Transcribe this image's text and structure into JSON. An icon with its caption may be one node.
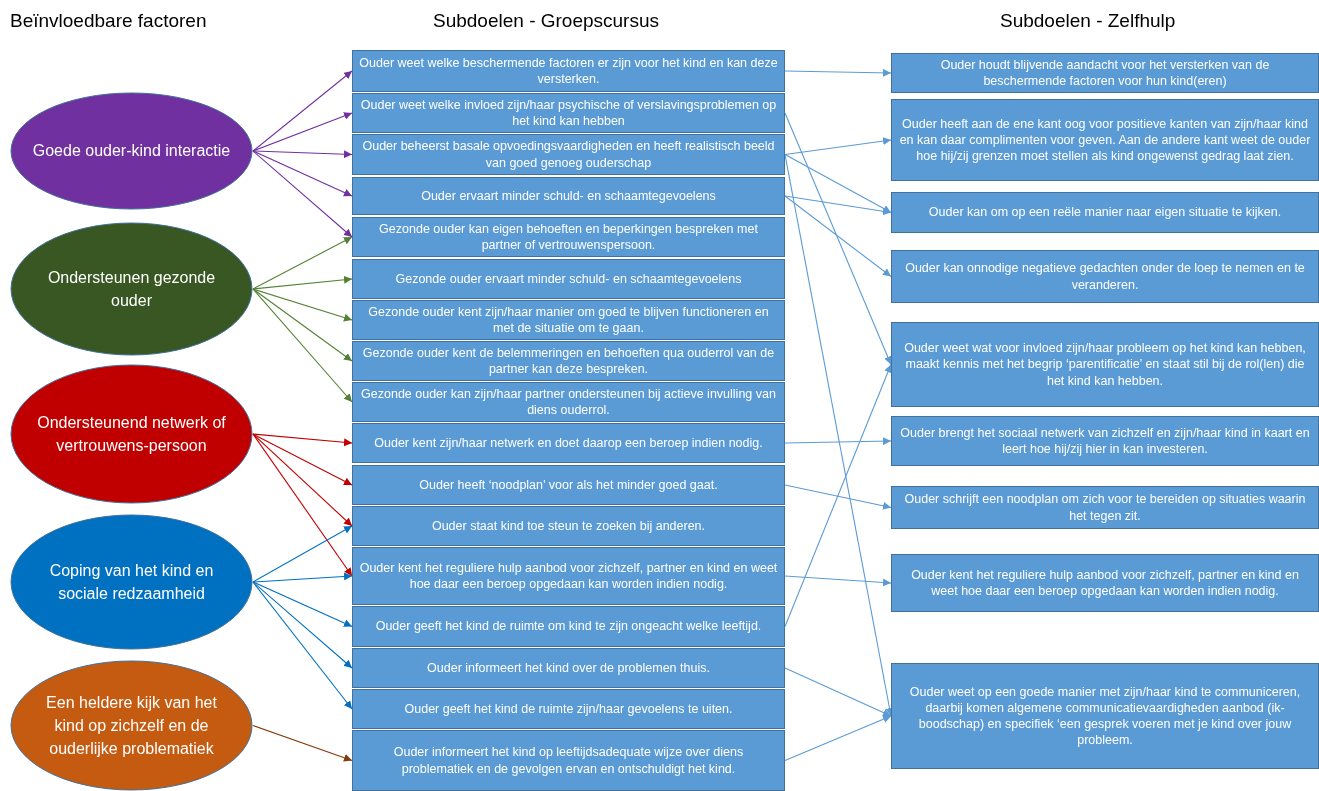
{
  "diagram": {
    "nodes": [
      {
        "text": [
          "Goede ouder-kind interactie"
        ]
      },
      {
        "text": [
          "Ondersteunen gezonde ouder"
        ]
      },
      {
        "text": [
          "Ondersteunend netwerk of vertrouwens-persoon"
        ]
      },
      {
        "text": [
          "Coping van het kind en sociale redzaamheid"
        ]
      },
      {
        "text": [
          "Een heldere kijk van het kind op zichzelf en de ouderlijke problematiek"
        ]
      },
      {
        "text": [
          "Ouder weet welke beschermende factoren er zijn voor het kind en kan deze versterken."
        ]
      },
      {
        "text": [
          "Ouder weet welke invloed zijn/haar psychische of verslavingsproblemen op het kind kan hebben"
        ]
      },
      {
        "text": [
          "Ouder beheerst basale opvoedingsvaardigheden en heeft realistisch beeld van goed genoeg ouderschap"
        ]
      },
      {
        "text": [
          "Ouder ervaart minder schuld- en schaamtegevoelens"
        ]
      },
      {
        "text": [
          "Gezonde ouder kan eigen behoeften en beperkingen bespreken met partner of vertrouwenspersoon."
        ]
      },
      {
        "text": [
          "Gezonde ouder ervaart minder schuld- en schaamtegevoelens"
        ]
      },
      {
        "text": [
          "Gezonde ouder kent zijn/haar manier om goed te blijven functioneren en met de situatie om te gaan."
        ]
      },
      {
        "text": [
          "Gezonde ouder kent de belemmeringen en behoeften qua ouderrol van de partner kan deze bespreken."
        ]
      },
      {
        "text": [
          "Gezonde ouder kan zijn/haar partner ondersteunen bij actieve invulling van diens ouderrol."
        ]
      },
      {
        "text": [
          "Ouder kent zijn/haar netwerk en doet daarop een beroep indien nodig."
        ]
      },
      {
        "text": [
          "Ouder heeft ‘noodplan’ voor als het minder goed gaat."
        ]
      },
      {
        "text": [
          "Ouder staat kind toe steun te zoeken bij anderen."
        ]
      },
      {
        "text": [
          "Ouder kent het reguliere hulp aanbod voor zichzelf, partner en kind en weet hoe daar een beroep opgedaan kan worden indien nodig."
        ]
      },
      {
        "text": [
          "Ouder geeft het kind de ruimte om kind te zijn ongeacht welke leeftijd."
        ]
      },
      {
        "text": [
          "Ouder informeert het kind over de problemen thuis."
        ]
      },
      {
        "text": [
          "Ouder geeft het kind de ruimte zijn/haar gevoelens te uiten."
        ]
      },
      {
        "text": [
          "Ouder informeert het kind op leeftijdsadequate wijze over diens problematiek en de gevolgen ervan en ontschuldigt het kind."
        ]
      },
      {
        "text": [
          "Ouder houdt blijvende aandacht voor het versterken van de beschermende factoren voor hun kind(eren)"
        ]
      },
      {
        "text": [
          "Ouder heeft aan de ene kant oog voor positieve kanten van zijn/haar kind en kan daar complimenten voor geven. Aan de andere kant weet de ouder hoe hij/zij grenzen moet stellen als kind ongewenst gedrag laat zien."
        ]
      },
      {
        "text": [
          "Ouder kan om op een reële manier naar eigen situatie te kijken."
        ]
      },
      {
        "text": [
          "Ouder kan onnodige negatieve gedachten onder de loep te nemen en te veranderen."
        ]
      },
      {
        "text": [
          "Ouder weet wat voor invloed zijn/haar probleem op het kind kan hebben, maakt kennis met het begrip ‘parentificatie’ en staat stil bij de rol(len) die het kind kan hebben."
        ]
      },
      {
        "text": [
          "Ouder brengt het sociaal netwerk van zichzelf en zijn/haar kind in kaart en leert hoe hij/zij hier in kan investeren."
        ]
      },
      {
        "text": [
          "Ouder schrijft een noodplan om zich voor te bereiden op situaties waarin het tegen zit."
        ]
      },
      {
        "text": [
          "Ouder kent het reguliere hulp aanbod voor zichzelf, partner en kind en weet hoe daar een beroep opgedaan kan worden indien nodig."
        ]
      },
      {
        "text": [
          "Ouder weet op een goede manier met zijn/haar kind te communiceren, daarbij komen algemene communicatievaardigheden aanbod (ik-boodschap) en specifiek ‘een gesprek voeren met je kind over jouw probleem."
        ]
      }
    ],
    "edges": [
      {
        "from": 0,
        "to": 5,
        "arrow": "to",
        "color": "#7030a0"
      },
      {
        "from": 0,
        "to": 6,
        "arrow": "to",
        "color": "#7030a0"
      },
      {
        "from": 0,
        "to": 7,
        "arrow": "to",
        "color": "#7030a0"
      },
      {
        "from": 0,
        "to": 8,
        "arrow": "to",
        "color": "#7030a0"
      },
      {
        "from": 0,
        "to": 9,
        "arrow": "to",
        "color": "#7030a0"
      },
      {
        "from": 1,
        "to": 9,
        "arrow": "to",
        "color": "#548235"
      },
      {
        "from": 1,
        "to": 10,
        "arrow": "to",
        "color": "#548235"
      },
      {
        "from": 1,
        "to": 11,
        "arrow": "to",
        "color": "#548235"
      },
      {
        "from": 1,
        "to": 12,
        "arrow": "to",
        "color": "#548235"
      },
      {
        "from": 1,
        "to": 13,
        "arrow": "to",
        "color": "#548235"
      },
      {
        "from": 2,
        "to": 14,
        "arrow": "to",
        "color": "#c00000"
      },
      {
        "from": 2,
        "to": 15,
        "arrow": "to",
        "color": "#c00000"
      },
      {
        "from": 2,
        "to": 16,
        "arrow": "to",
        "color": "#c00000"
      },
      {
        "from": 2,
        "to": 17,
        "arrow": "to",
        "color": "#c00000"
      },
      {
        "from": 3,
        "to": 16,
        "arrow": "to",
        "color": "#0070c0"
      },
      {
        "from": 3,
        "to": 17,
        "arrow": "to",
        "color": "#0070c0"
      },
      {
        "from": 3,
        "to": 18,
        "arrow": "to",
        "color": "#0070c0"
      },
      {
        "from": 3,
        "to": 19,
        "arrow": "to",
        "color": "#0070c0"
      },
      {
        "from": 3,
        "to": 20,
        "arrow": "to",
        "color": "#0070c0"
      },
      {
        "from": 4,
        "to": 21,
        "arrow": "to",
        "color": "#843c0c"
      },
      {
        "from": 5,
        "to": 22,
        "arrow": "to"
      },
      {
        "from": 6,
        "to": 26,
        "arrow": "to"
      },
      {
        "from": 7,
        "to": 23,
        "arrow": "to"
      },
      {
        "from": 7,
        "to": 24,
        "arrow": "to"
      },
      {
        "from": 7,
        "to": 30,
        "arrow": "to"
      },
      {
        "from": 8,
        "to": 24,
        "arrow": "to"
      },
      {
        "from": 8,
        "to": 25,
        "arrow": "to"
      },
      {
        "from": 14,
        "to": 27,
        "arrow": "to"
      },
      {
        "from": 15,
        "to": 28,
        "arrow": "to"
      },
      {
        "from": 17,
        "to": 29,
        "arrow": "to"
      },
      {
        "from": 18,
        "to": 26,
        "arrow": "to"
      },
      {
        "from": 19,
        "to": 30,
        "arrow": "to"
      },
      {
        "from": 21,
        "to": 30,
        "arrow": "to"
      }
    ],
    "labels": [
      "Beïnvloedbare factoren",
      "Subdoelen - Groepscursus",
      "Subdoelen - Zelfhulp"
    ]
  }
}
